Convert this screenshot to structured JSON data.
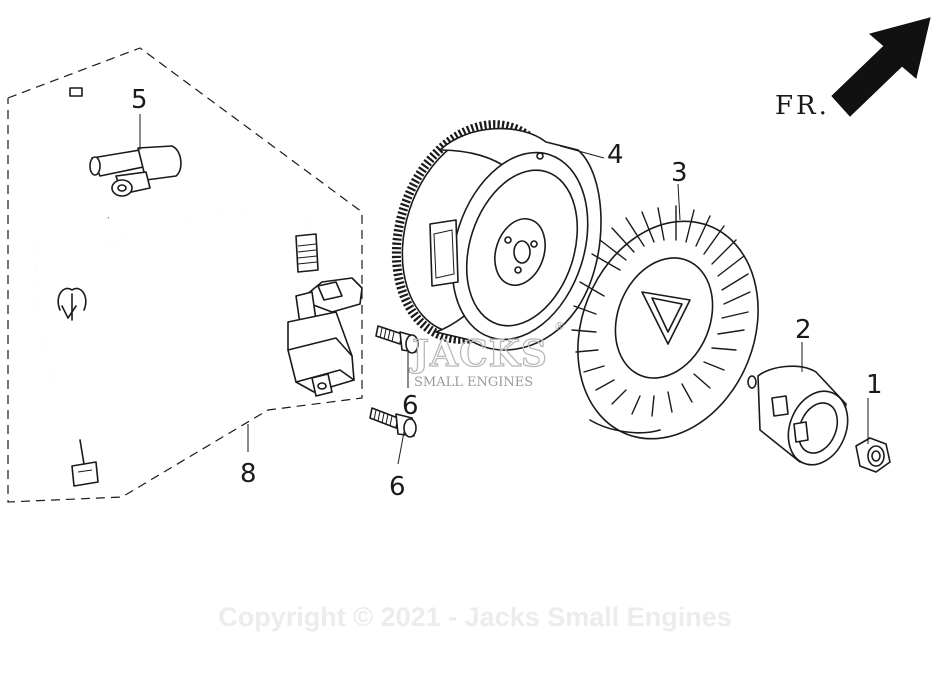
{
  "orientation_label": "FR.",
  "callouts": [
    "1",
    "2",
    "3",
    "4",
    "5",
    "6",
    "6",
    "8"
  ],
  "watermark": {
    "logo_text": "JACKS",
    "logo_subtext": "SMALL ENGINES",
    "registered_mark": "®",
    "copyright": "Copyright © 2021 - Jacks Small Engines"
  },
  "colors": {
    "line": "#1a1a1a",
    "watermark": "#b9b9b9",
    "copyright": "#ececec"
  },
  "icons": [
    "direction-arrow-icon",
    "wire-clip-icon"
  ]
}
